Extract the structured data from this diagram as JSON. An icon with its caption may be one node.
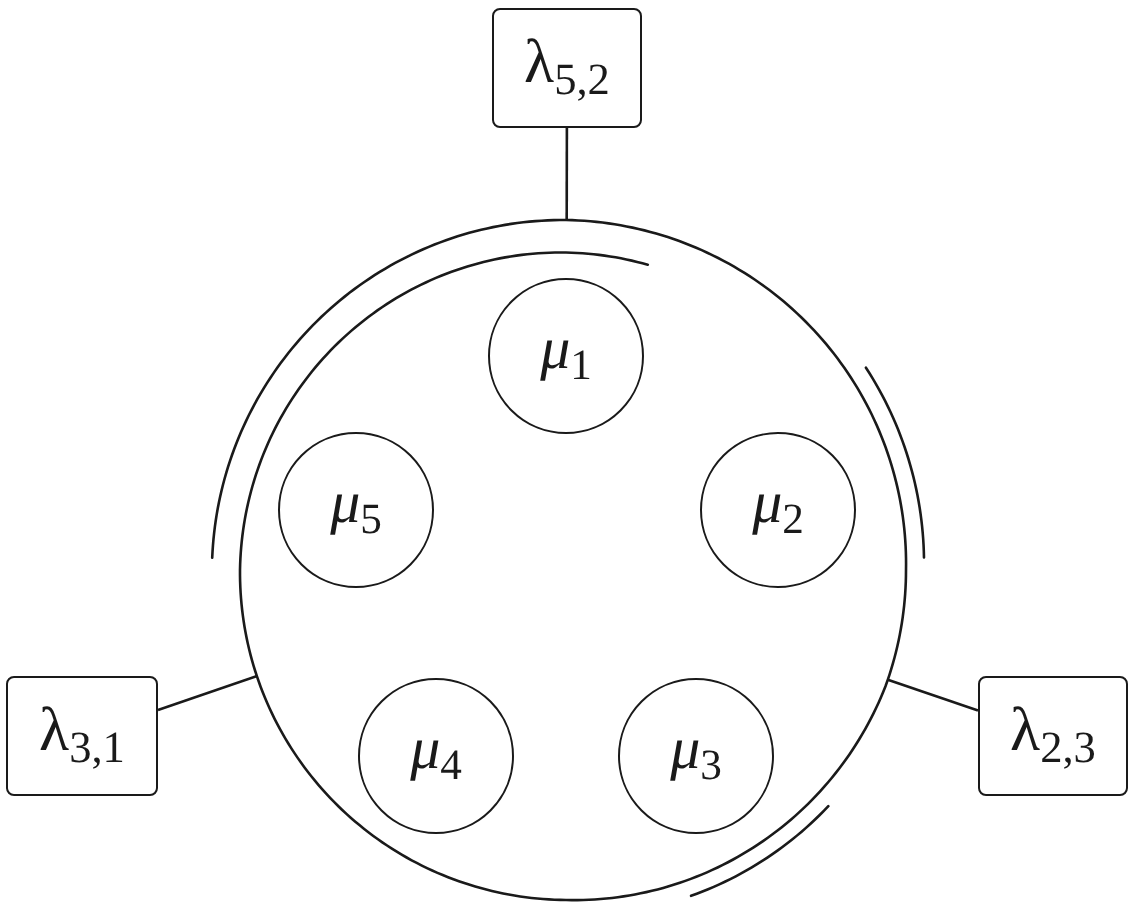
{
  "diagram": {
    "nodes": [
      {
        "text": [
          "λ$_{5,2}$"
        ]
      },
      {
        "text": [],
        "shape": "circle"
      },
      {
        "text": [
          "*μ*$_{1}$"
        ],
        "in": 1
      },
      {
        "text": [
          "*μ*$_{5}$"
        ],
        "in": 1
      },
      {
        "text": [
          "*μ*$_{2}$"
        ],
        "in": 1
      },
      {
        "text": [
          "*μ*$_{4}$"
        ],
        "in": 1
      },
      {
        "text": [
          "*μ*$_{3}$"
        ],
        "in": 1
      },
      {
        "text": [
          "λ$_{3,1}$"
        ]
      },
      {
        "text": [
          "λ$_{2,3}$"
        ]
      }
    ],
    "edges": [
      {
        "from": 0,
        "to": 1,
        "arrow": "none"
      },
      {
        "from": 7,
        "to": 1,
        "arrow": "none"
      },
      {
        "from": 8,
        "to": 1,
        "arrow": "none"
      }
    ]
  }
}
